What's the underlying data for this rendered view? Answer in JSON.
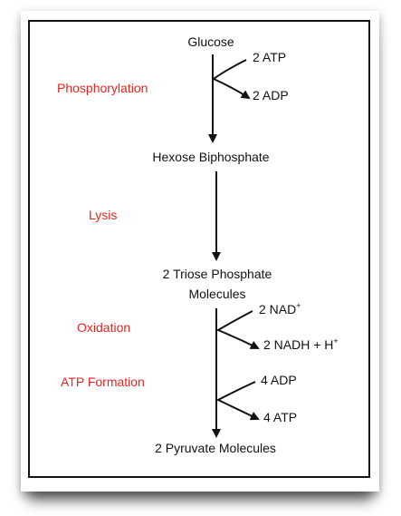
{
  "accent_color": "#e8231f",
  "text_color": "#111111",
  "stages": {
    "glucose": "Glucose",
    "hexose": "Hexose Biphosphate",
    "triose_line1": "2 Triose Phosphate",
    "triose_line2": "Molecules",
    "pyruvate": "2 Pyruvate Molecules"
  },
  "steps": {
    "phosphorylation": "Phosphorylation",
    "lysis": "Lysis",
    "oxidation": "Oxidation",
    "atp_formation": "ATP Formation"
  },
  "side": {
    "atp_in": "2 ATP",
    "adp_out": "2 ADP",
    "nad_in": "2 NAD",
    "nad_in_sup": "+",
    "nadh_out": "2 NADH + H",
    "nadh_out_sup": "+",
    "adp_in": "4 ADP",
    "atp_out": "4 ATP"
  }
}
